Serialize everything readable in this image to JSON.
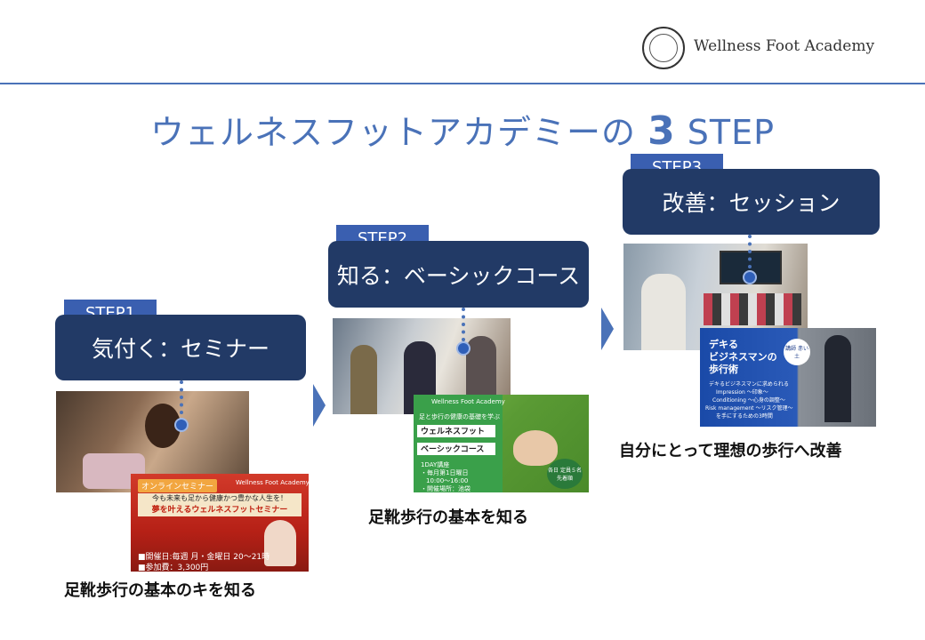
{
  "header": {
    "brand": "Wellness Foot Academy"
  },
  "title": {
    "prefix": "ウェルネスフットアカデミーの ",
    "number": "3",
    "suffix": " STEP"
  },
  "steps": [
    {
      "tag": "STEP1",
      "label": "気付く：セミナー",
      "caption": "足靴歩行の基本のキを知る",
      "flyer": {
        "badge": "オンラインセミナー",
        "brand": "Wellness Foot Academy",
        "headline1": "今も未来も足から健康かつ豊かな人生を！",
        "headline2": "夢を叶えるウェルネスフットセミナー",
        "info1": "■開催日:毎週 月・金曜日 20～21時",
        "info2": "■参加費：3,300円"
      }
    },
    {
      "tag": "STEP2",
      "label": "知る：ベーシックコース",
      "caption": "足靴歩行の基本を知る",
      "flyer": {
        "brand": "Wellness Foot Academy",
        "subtitle": "足と歩行の健康の基礎を学ぶ",
        "line1": "ウェルネスフット",
        "line2": "ベーシックコース",
        "detail1": "1DAY講座",
        "detail2": "・毎月第1日曜日",
        "detail3": "10:00～16:00",
        "detail4": "・開催場所：池袋",
        "circle": "各日 定員５名 先着順"
      }
    },
    {
      "tag": "STEP3",
      "label": "改善：セッション",
      "caption": "自分にとって理想の歩行へ改善",
      "flyer": {
        "headline1": "デキる",
        "headline2": "ビジネスマンの",
        "headline3": "歩行術",
        "badge": "講師 赤い土",
        "sub1": "デキるビジネスマンに求められる",
        "sub2": "Impression ～印象～",
        "sub3": "Conditioning ～心身の調整～",
        "sub4": "Risk management ～リスク管理～",
        "sub5": "を手にするための3時間"
      }
    }
  ],
  "colors": {
    "accent": "#4a72b8",
    "box": "#223a66",
    "tag": "#3a5fb0"
  }
}
